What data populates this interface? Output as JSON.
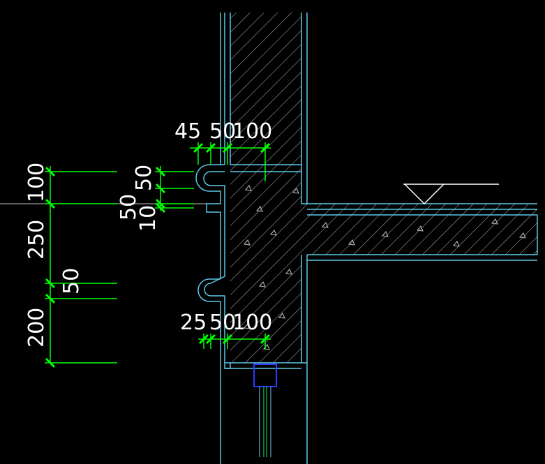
{
  "colors": {
    "background": "#000000",
    "wall_line": "#5ec8e8",
    "hatch": "#cfcfcf",
    "dimension": "#00ff00",
    "text": "#ffffff",
    "window": "#0000ff"
  },
  "dimensions": {
    "top_horizontal": [
      "45",
      "50",
      "100"
    ],
    "bottom_horizontal": [
      "25",
      "50",
      "100"
    ],
    "left_vertical": [
      "100",
      "250",
      "50",
      "200"
    ],
    "inner_vertical": [
      "50",
      "50",
      "10"
    ]
  },
  "icons": {
    "level_marker": "triangle-level-icon"
  }
}
